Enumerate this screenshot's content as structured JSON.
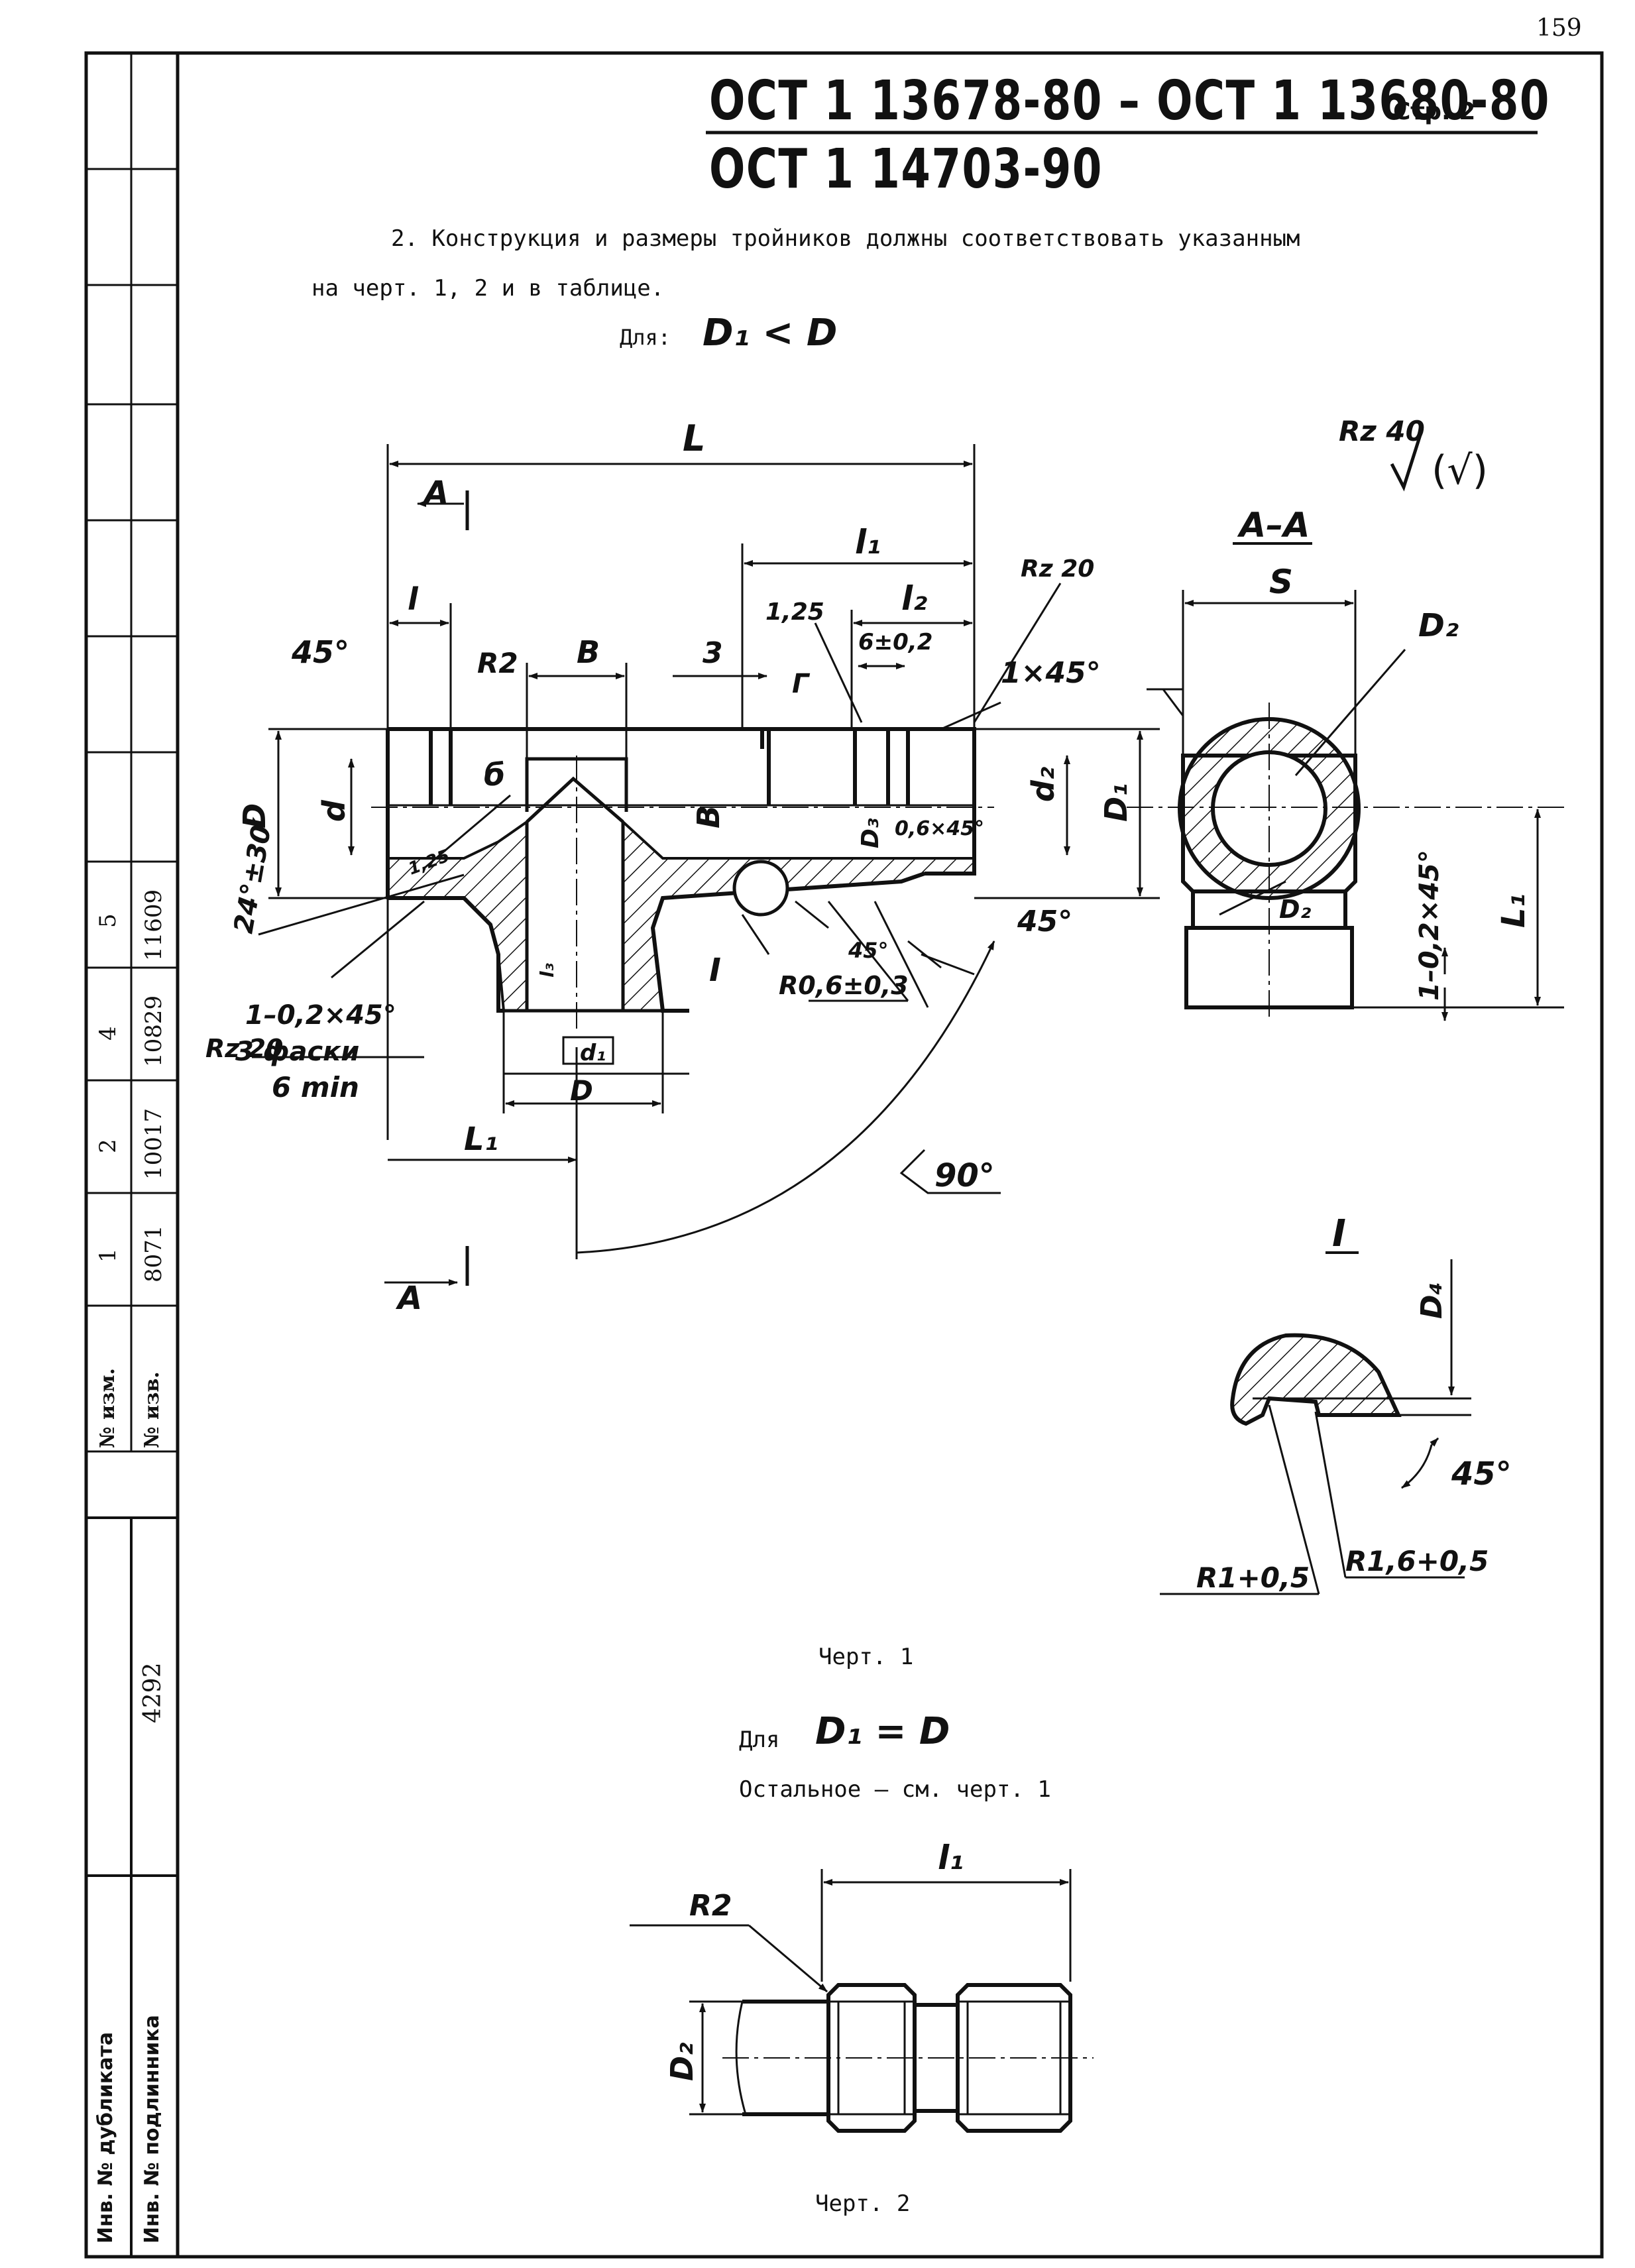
{
  "page_number": "159",
  "header": {
    "standard_line1": "ОСТ 1 13678-80 – ОСТ 1 13680-80",
    "page_label": "Стр. 2",
    "standard_line2": "ОСТ 1 14703-90"
  },
  "paragraph": {
    "line1": "2. Конструкция и размеры тройников должны соответствовать указанным",
    "line2": "на черт. 1, 2 и в таблице."
  },
  "condition1": {
    "prefix": "Для:",
    "formula": "D₁ < D"
  },
  "condition2": {
    "prefix": "Для",
    "formula": "D₁ = D",
    "note": "Остальное – см. черт. 1"
  },
  "captions": {
    "fig1": "Черт. 1",
    "fig2": "Черт. 2"
  },
  "drawing1_labels": {
    "L": "L",
    "A_top": "A",
    "A_bottom": "A",
    "l1": "l₁",
    "l2": "l₂",
    "l": "l",
    "angle45": "45°",
    "R2": "R2",
    "B": "B",
    "three": "3",
    "rz125": "1,25",
    "six": "6±0,2",
    "rz20_top": "Rz 20",
    "chamfer1x45": "1×45°",
    "D": "D",
    "d": "d",
    "b_letter": "б",
    "gamma": "Г",
    "D3": "D₃",
    "chamfer06": "0,6×45°",
    "d2": "d₂",
    "D1": "D₁",
    "angle24": "24°±30′",
    "rz125_left": "1,25",
    "rz20_left": "Rz 20",
    "l3": "l₃",
    "detail_I": "I",
    "angle45_small": "45°",
    "R06": "R0,6±0,3",
    "angle45_right": "45°",
    "chamfer_1_02": "1–0,2×45°",
    "three_chamfers": "3 фаски",
    "six_min": "6 min",
    "d1": "d₁",
    "D_bottom": "D",
    "L1": "L₁",
    "angle90": "90°"
  },
  "section_AA_labels": {
    "title": "A–A",
    "S": "S",
    "D2": "D₂",
    "D2_inner": "D₂",
    "chamfer": "1–0,2×45°",
    "L1": "L₁",
    "rz40": "Rz 40",
    "check": "(√)"
  },
  "detail_labels": {
    "title": "I",
    "D4": "D₄",
    "angle": "45°",
    "R1": "R1+0,5",
    "R16": "R1,6+0,5"
  },
  "drawing2_labels": {
    "l1": "l₁",
    "R2": "R2",
    "D2": "D₂"
  },
  "stamp": {
    "row_izm_header": "№ изм.",
    "row_izv_header": "№ изв.",
    "izm": [
      "1",
      "2",
      "4",
      "5"
    ],
    "izv": [
      "8071",
      "10017",
      "10829",
      "11609"
    ],
    "inv_dubl_label": "Инв. № дубликата",
    "inv_podl_label": "Инв. № подлинника",
    "inv_podl_value": "4292"
  }
}
